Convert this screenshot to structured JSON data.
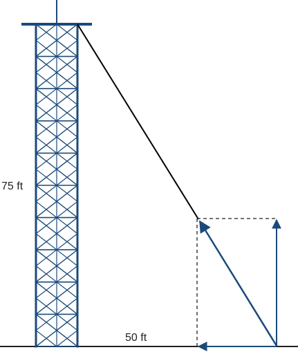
{
  "diagram": {
    "height_label": "75 ft",
    "base_label": "50 ft"
  },
  "colors": {
    "tower": "#1b4a7a",
    "cable": "#000000",
    "ground": "#231f20",
    "vector": "#1b4a7a",
    "dashed": "#231f20"
  },
  "tower": {
    "sections": 10
  }
}
